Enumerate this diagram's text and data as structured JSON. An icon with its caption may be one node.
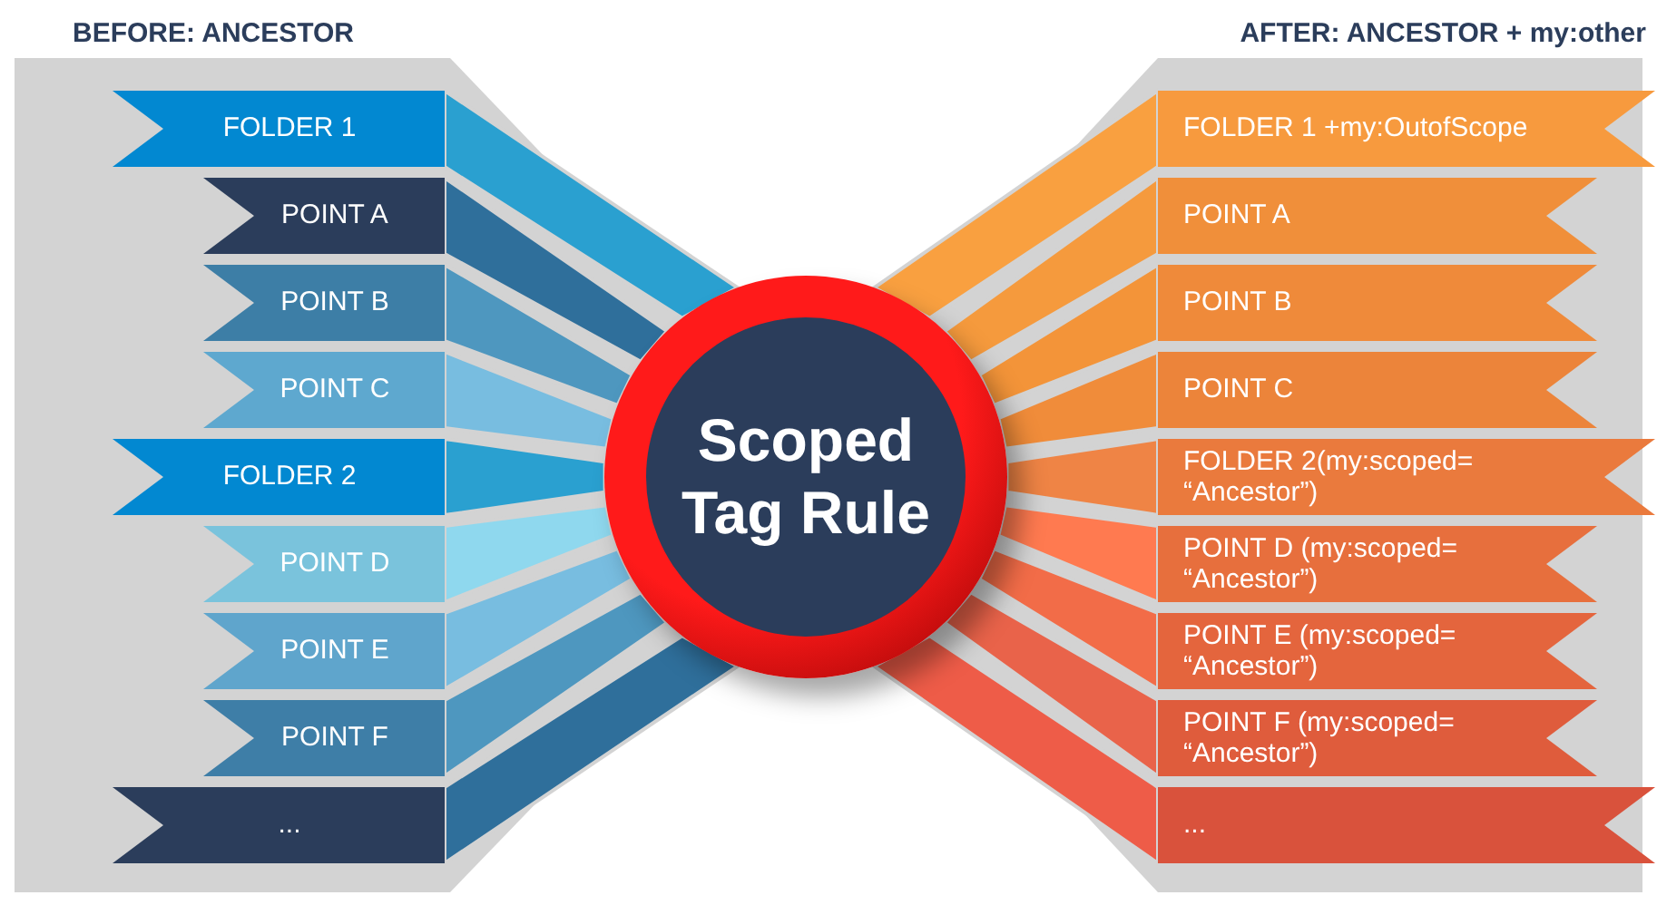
{
  "diagram": {
    "nodes": [
      {
        "text": [
          "FOLDER  1"
        ]
      },
      {
        "text": [
          "POINT A"
        ]
      },
      {
        "text": [
          "POINT B"
        ]
      },
      {
        "text": [
          "POINT C"
        ]
      },
      {
        "text": [
          "FOLDER 2"
        ]
      },
      {
        "text": [
          "POINT D"
        ]
      },
      {
        "text": [
          "POINT E"
        ]
      },
      {
        "text": [
          "POINT F"
        ]
      },
      {
        "text": [
          "..."
        ]
      },
      {
        "text": [
          "Scoped Tag Rule"
        ]
      },
      {
        "text": [
          "FOLDER 1 +my:OutofScope"
        ]
      },
      {
        "text": [
          "POINT A"
        ]
      },
      {
        "text": [
          "POINT B"
        ]
      },
      {
        "text": [
          "POINT C"
        ]
      },
      {
        "text": [
          "FOLDER 2(my:scoped= “Ancestor”)"
        ]
      },
      {
        "text": [
          "POINT D (my:scoped= “Ancestor”)"
        ]
      },
      {
        "text": [
          "POINT E (my:scoped= “Ancestor”)"
        ]
      },
      {
        "text": [
          "POINT F (my:scoped= “Ancestor”)"
        ]
      },
      {
        "text": [
          "..."
        ]
      }
    ],
    "edges": [
      {
        "from": 0,
        "to": 9,
        "arrow": "none"
      },
      {
        "from": 1,
        "to": 9,
        "arrow": "none"
      },
      {
        "from": 2,
        "to": 9,
        "arrow": "none"
      },
      {
        "from": 3,
        "to": 9,
        "arrow": "none"
      },
      {
        "from": 4,
        "to": 9,
        "arrow": "none"
      },
      {
        "from": 5,
        "to": 9,
        "arrow": "none"
      },
      {
        "from": 6,
        "to": 9,
        "arrow": "none"
      },
      {
        "from": 7,
        "to": 9,
        "arrow": "none"
      },
      {
        "from": 8,
        "to": 9,
        "arrow": "none"
      },
      {
        "from": 9,
        "to": 10,
        "arrow": "none"
      },
      {
        "from": 9,
        "to": 11,
        "arrow": "none"
      },
      {
        "from": 9,
        "to": 12,
        "arrow": "none"
      },
      {
        "from": 9,
        "to": 13,
        "arrow": "none"
      },
      {
        "from": 9,
        "to": 14,
        "arrow": "none"
      },
      {
        "from": 9,
        "to": 15,
        "arrow": "none"
      },
      {
        "from": 9,
        "to": 16,
        "arrow": "none"
      },
      {
        "from": 9,
        "to": 17,
        "arrow": "none"
      },
      {
        "from": 9,
        "to": 18,
        "arrow": "none"
      }
    ],
    "labels": [
      "BEFORE: ANCESTOR",
      "AFTER: ANCESTOR + my:other"
    ]
  }
}
